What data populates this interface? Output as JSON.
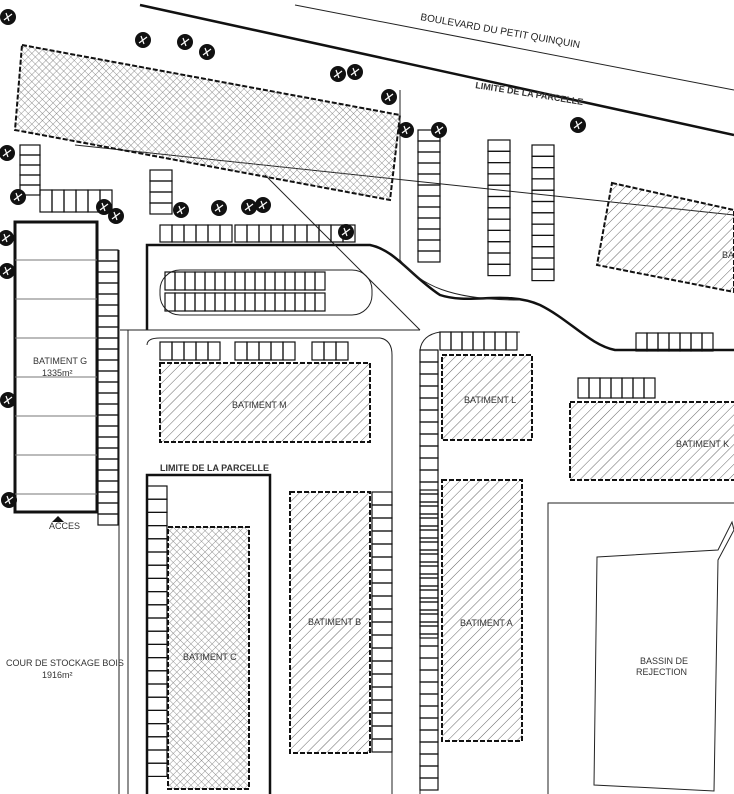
{
  "road": {
    "name": "BOULEVARD DU PETIT QUINQUIN"
  },
  "parcel_limits": [
    "LIMITE DE LA PARCELLE",
    "LIMITE DE LA PARCELLE"
  ],
  "buildings": {
    "m": "BATIMENT M",
    "l": "BATIMENT L",
    "k": "BATIMENT K",
    "c": "BATIMENT C",
    "b": "BATIMENT B",
    "a": "BATIMENT A",
    "g": {
      "name": "BATIMENT G",
      "area": "1335m²"
    },
    "top_right": "BA"
  },
  "storage": {
    "name": "COUR DE STOCKAGE BOIS",
    "area": "1916m²"
  },
  "basin": {
    "line1": "BASSIN DE",
    "line2": "REJECTION"
  },
  "access": "ACCES",
  "colors": {
    "line": "#111111",
    "hatch": "#555555",
    "background": "#ffffff"
  }
}
